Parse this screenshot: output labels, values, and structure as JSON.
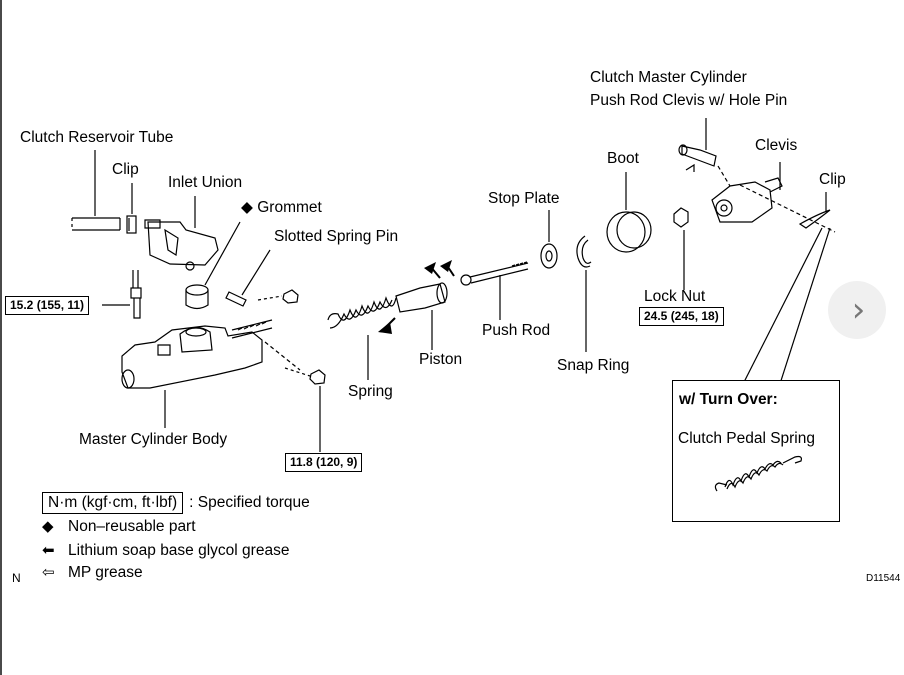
{
  "labels": {
    "reservoir_tube": "Clutch Reservoir Tube",
    "clip_left": "Clip",
    "inlet_union": "Inlet Union",
    "grommet": "◆ Grommet",
    "slotted_pin": "Slotted Spring Pin",
    "master_body": "Master Cylinder Body",
    "spring": "Spring",
    "piston": "Piston",
    "push_rod": "Push Rod",
    "stop_plate": "Stop Plate",
    "snap_ring": "Snap Ring",
    "boot": "Boot",
    "lock_nut": "Lock Nut",
    "clevis_pin_line1": "Clutch Master Cylinder",
    "clevis_pin_line2": "Push Rod Clevis w/ Hole Pin",
    "clevis": "Clevis",
    "clip_right": "Clip",
    "turn_over": "w/ Turn Over:",
    "pedal_spring": "Clutch Pedal Spring"
  },
  "torques": {
    "union": "15.2 (155, 11)",
    "lock_nut": "24.5 (245, 18)",
    "body_nut": "11.8 (120, 9)"
  },
  "legend": {
    "torque_box": "N·m (kgf·cm, ft·lbf)",
    "torque_text": ": Specified torque",
    "non_reusable_sym": "◆",
    "non_reusable": "Non–reusable part",
    "lithium_sym": "⬅",
    "lithium": "Lithium soap base glycol grease",
    "mp_sym": "⇦",
    "mp": "MP grease"
  },
  "corner_n": "N",
  "figure_id": "D11544",
  "nav": {
    "next_icon": "›"
  }
}
